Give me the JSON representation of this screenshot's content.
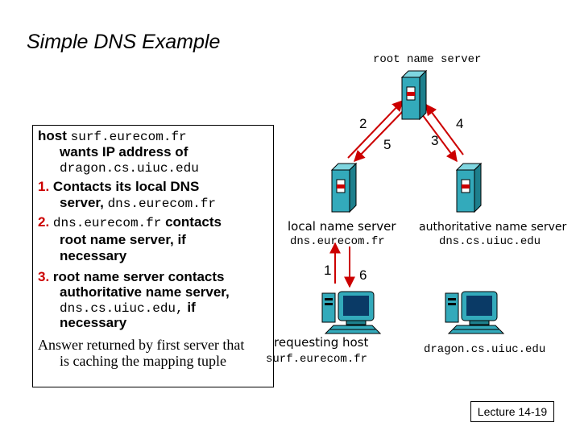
{
  "title": "Simple DNS Example",
  "root_label": "root name server",
  "local_label": "local name server",
  "local_host": "dns.eurecom.fr",
  "auth_label": "authoritative name server",
  "auth_host": "dns.cs.uiuc.edu",
  "requesting_label": "requesting host",
  "requesting_host": "surf.eurecom.fr",
  "target_host": "dragon.cs.uiuc.edu",
  "steps": {
    "s1": "1",
    "s2": "2",
    "s3": "3",
    "s4": "4",
    "s5": "5",
    "s6": "6"
  },
  "text": {
    "l1_host": "host",
    "l1_name": "surf.eurecom.fr",
    "l2": "wants IP address of",
    "l3": "dragon.cs.uiuc.edu",
    "l4_num": "1.",
    "l4": "Contacts its local DNS",
    "l5": "server,",
    "l5_mono": "dns.eurecom.fr",
    "l6_num": "2.",
    "l6_mono": "dns.eurecom.fr",
    "l6": "contacts",
    "l7": "root name server, if",
    "l8": "necessary",
    "l9_num": "3.",
    "l9": "root name server contacts",
    "l10": "authoritative name server,",
    "l11_mono": "dns.cs.uiuc.edu,",
    "l11": "if",
    "l12": "necessary",
    "l13": "Answer returned by first server that",
    "l14": "is caching the mapping tuple"
  },
  "lecture": "Lecture 14-19",
  "colors": {
    "accent": "#cc0000",
    "server_body": "#33aabb",
    "screen": "#0a3a66"
  }
}
